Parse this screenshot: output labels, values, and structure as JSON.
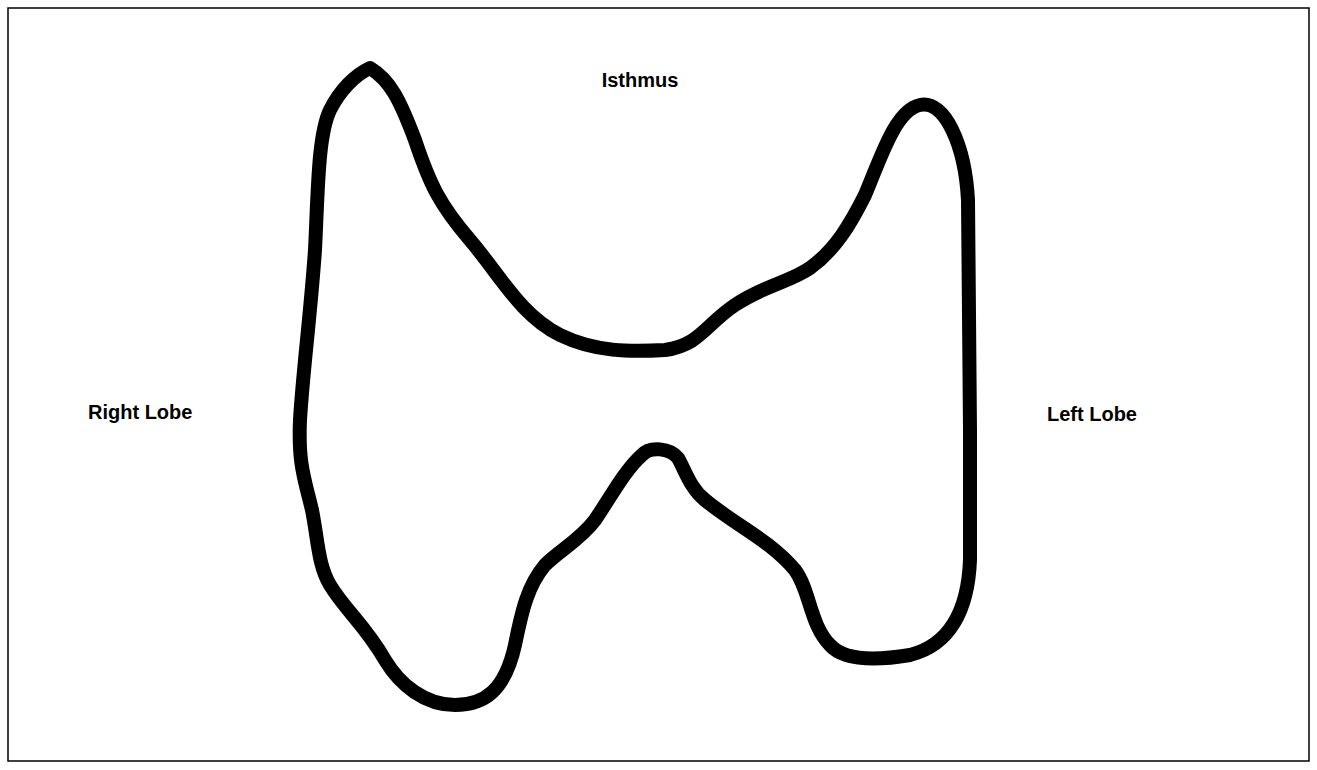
{
  "diagram": {
    "labels": [
      "Isthmus",
      "Right Lobe",
      "Left Lobe"
    ]
  }
}
